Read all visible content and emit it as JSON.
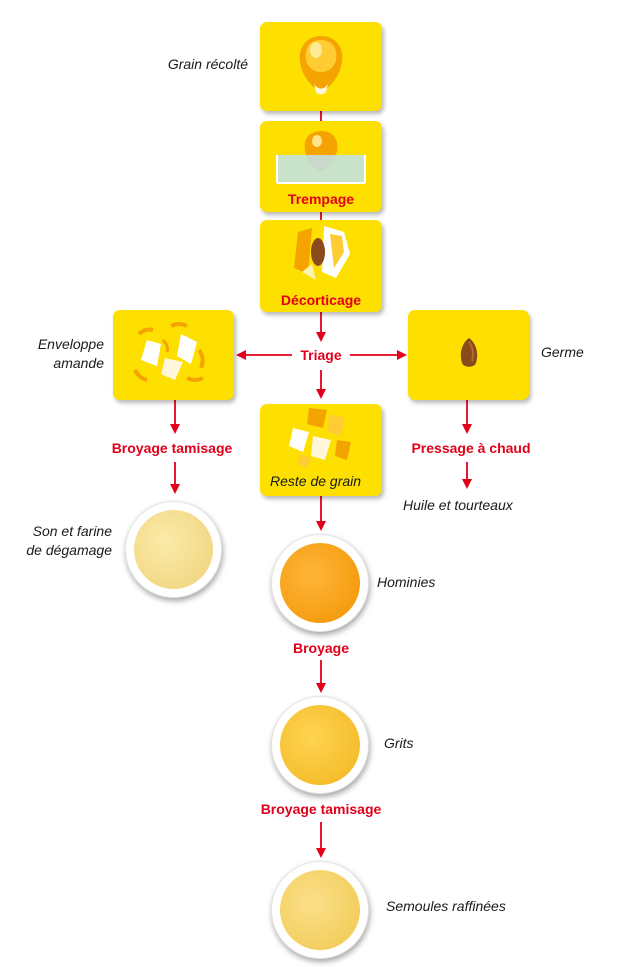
{
  "colors": {
    "box": "#fde000",
    "process_text": "#e2001a",
    "arrow": "#e2001a",
    "kernel": "#f5a300",
    "germ": "#8a4a1c",
    "water": "#bfe3ef"
  },
  "products": {
    "grain_recolte": "Grain récolté",
    "enveloppe_amande": [
      "Enveloppe",
      "amande"
    ],
    "germe": "Germe",
    "huile_tourteaux": "Huile et tourteaux",
    "son_farine": [
      "Son et farine",
      "de dégamage"
    ],
    "hominies": "Hominies",
    "grits": "Grits",
    "semoules": "Semoules raffinées"
  },
  "processes": {
    "trempage": "Trempage",
    "decorticage": "Décorticage",
    "triage": "Triage",
    "reste_de_grain": "Reste de grain",
    "broyage_tamisage_left": "Broyage tamisage",
    "pressage_a_chaud": "Pressage à chaud",
    "broyage": "Broyage",
    "broyage_tamisage_bottom": "Broyage tamisage"
  },
  "icons": {
    "kernel": "corn-kernel-icon",
    "soaking": "kernel-in-water-icon",
    "dehulling": "split-kernel-icon",
    "germ": "germ-seed-icon",
    "husk": "husk-fragments-icon",
    "remaining": "grain-pieces-icon"
  }
}
